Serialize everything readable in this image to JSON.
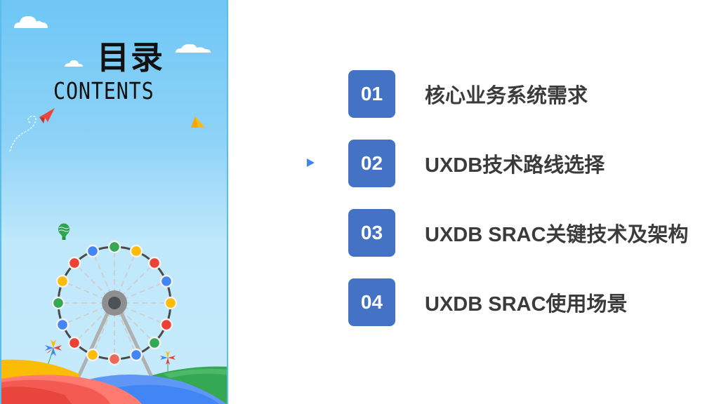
{
  "slide": {
    "title_cn": "目录",
    "title_en": "CONTENTS"
  },
  "toc": {
    "active_index": 1,
    "items": [
      {
        "number": "01",
        "label": "核心业务系统需求"
      },
      {
        "number": "02",
        "label": "UXDB技术路线选择"
      },
      {
        "number": "03",
        "label": "UXDB SRAC关键技术及架构"
      },
      {
        "number": "04",
        "label": "UXDB SRAC使用场景"
      }
    ]
  },
  "colors": {
    "accent": "#4472c4",
    "marker": "#3f86f0",
    "label_text": "#3b3b3b",
    "panel_sky_top": "#6ec6f5",
    "panel_sky_bottom": "#c6ebfb"
  },
  "illustration": {
    "icons": [
      "cloud-icon",
      "paper-plane-icon",
      "hot-air-balloon-icon",
      "ferris-wheel-icon",
      "pinwheel-icon",
      "hills-icon"
    ]
  }
}
